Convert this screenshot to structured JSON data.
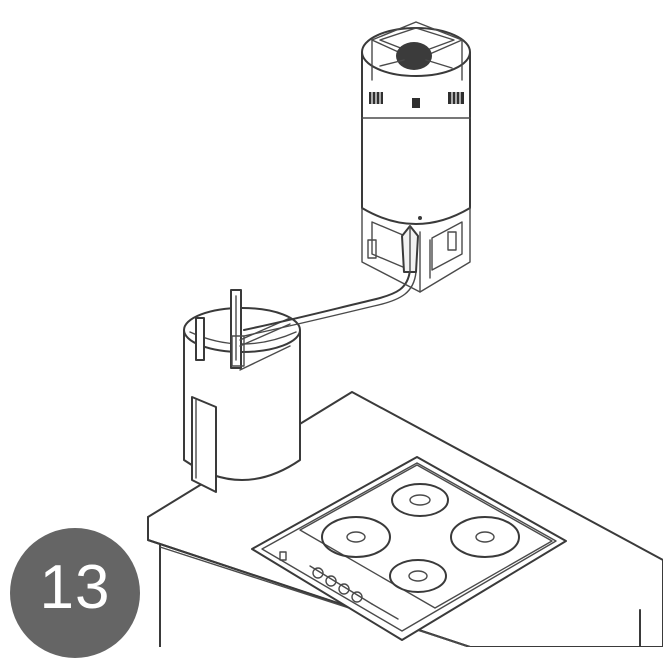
{
  "step": {
    "number": "13"
  },
  "colors": {
    "badge": "#656565",
    "line": "#3a3a3a",
    "background": "#ffffff"
  },
  "icons": [
    "cooker-hood-motor-unit",
    "hood-chimney-body",
    "extraction-hose",
    "countertop",
    "induction-hob"
  ]
}
